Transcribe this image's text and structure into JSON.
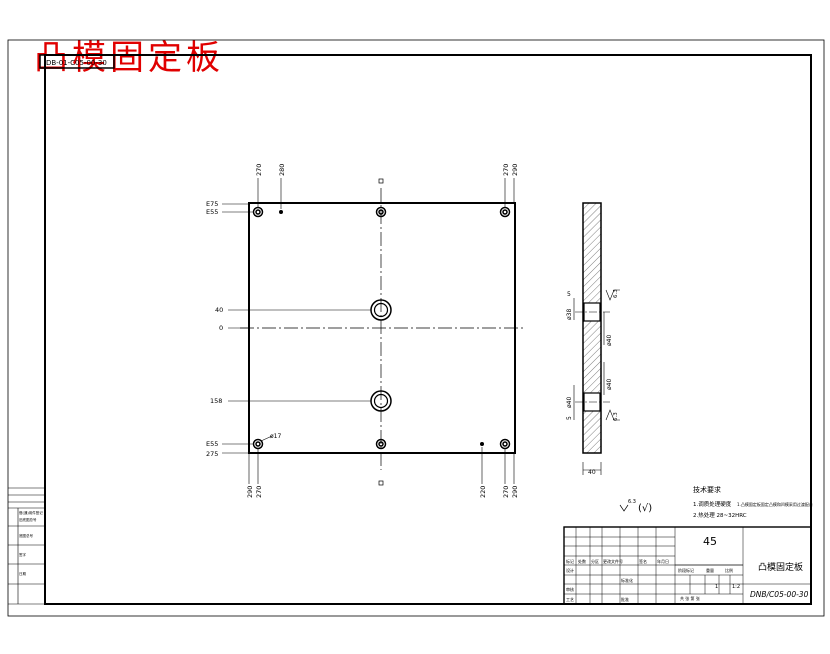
{
  "drawing": {
    "title": "凸模固定板",
    "drawing_number_tag": "DB-01-C05-00-30",
    "material": "45",
    "part_name": "凸模固定板",
    "drawing_code": "DNB/C05-00-30",
    "scale": "1:2",
    "quantity": "1",
    "general_roughness": "6.3",
    "sheet_note": "共 张 第 张"
  },
  "front_view": {
    "left_dims": [
      "E75",
      "E55",
      "40",
      "0",
      "158",
      "E55",
      "275"
    ],
    "top_dims": [
      "270",
      "280",
      "270",
      "290"
    ],
    "bottom_dims": [
      "290",
      "270",
      "220",
      "270",
      "290"
    ],
    "hole_note": "ø17"
  },
  "side_view": {
    "labels": [
      "5",
      "ø38",
      "ø40",
      "ø40",
      "ø40",
      "5",
      "6.3",
      "6.3",
      "40"
    ]
  },
  "tech_requirements": {
    "heading": "技术要求",
    "lines": [
      "1.调质处理硬度",
      "2.热处理 28~32HRC"
    ],
    "side_note": "1.凸模固定板固定凸模和凹模采用过渡配合"
  },
  "left_strip": [
    "借(通)用件登记",
    "旧底图总号",
    "底图总号",
    "签字",
    "日期"
  ],
  "title_block": {
    "row_labels": [
      "标记",
      "处数",
      "分区",
      "更改文件号",
      "签名",
      "年月日"
    ],
    "cells": [
      "设计",
      "标准化",
      "审核",
      "工艺",
      "批准"
    ],
    "stage_labels": [
      "阶段标记",
      "重量",
      "比例"
    ]
  }
}
